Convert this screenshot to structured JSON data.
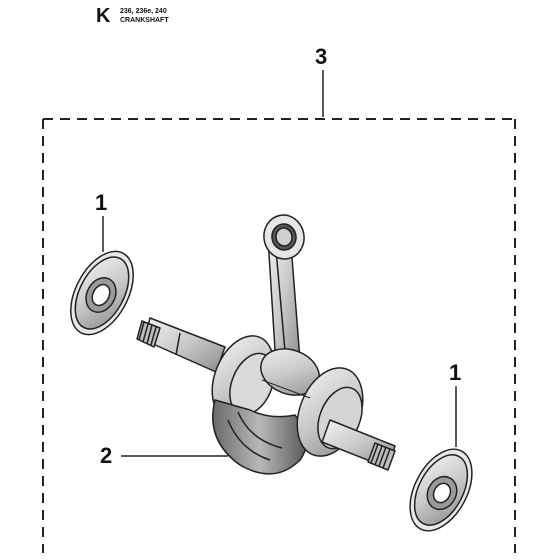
{
  "header": {
    "section_letter": "K",
    "models": "236, 236e, 240",
    "title": "CRANKSHAFT"
  },
  "callouts": {
    "assembly": "3",
    "seal_left": "1",
    "seal_right": "1",
    "crankshaft": "2"
  }
}
